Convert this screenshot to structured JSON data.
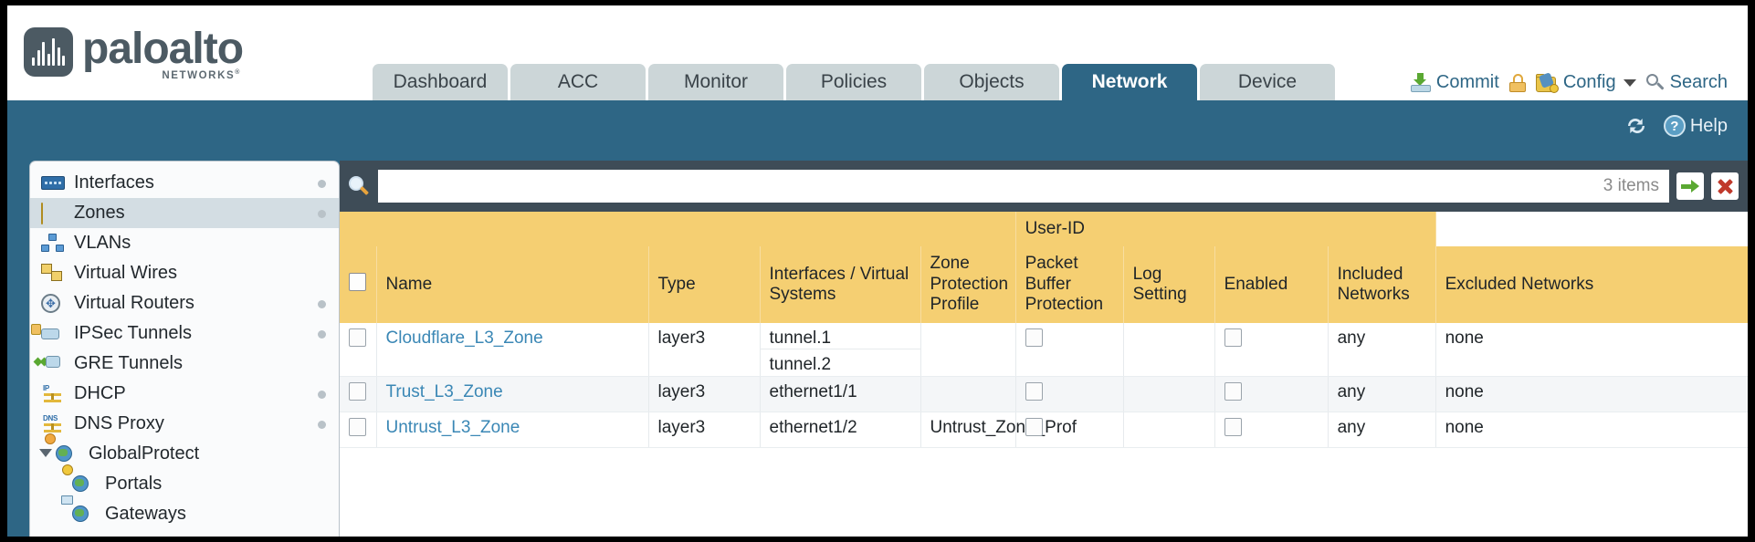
{
  "brand": {
    "name": "paloalto",
    "tagline": "NETWORKS",
    "trademark": "®"
  },
  "nav": {
    "tabs": [
      {
        "label": "Dashboard",
        "active": false
      },
      {
        "label": "ACC",
        "active": false
      },
      {
        "label": "Monitor",
        "active": false
      },
      {
        "label": "Policies",
        "active": false
      },
      {
        "label": "Objects",
        "active": false
      },
      {
        "label": "Network",
        "active": true
      },
      {
        "label": "Device",
        "active": false
      }
    ]
  },
  "top_actions": {
    "commit": "Commit",
    "config": "Config",
    "search": "Search"
  },
  "band": {
    "help": "Help"
  },
  "sidebar": {
    "items": [
      {
        "label": "Interfaces",
        "icon": "interfaces-icon",
        "dot": true,
        "selected": false,
        "child": false,
        "twisty": false
      },
      {
        "label": "Zones",
        "icon": "zones-icon",
        "dot": true,
        "selected": true,
        "child": false,
        "twisty": false
      },
      {
        "label": "VLANs",
        "icon": "vlans-icon",
        "dot": false,
        "selected": false,
        "child": false,
        "twisty": false
      },
      {
        "label": "Virtual Wires",
        "icon": "virtual-wires-icon",
        "dot": false,
        "selected": false,
        "child": false,
        "twisty": false
      },
      {
        "label": "Virtual Routers",
        "icon": "virtual-routers-icon",
        "dot": true,
        "selected": false,
        "child": false,
        "twisty": false
      },
      {
        "label": "IPSec Tunnels",
        "icon": "ipsec-tunnels-icon",
        "dot": true,
        "selected": false,
        "child": false,
        "twisty": false
      },
      {
        "label": "GRE Tunnels",
        "icon": "gre-tunnels-icon",
        "dot": false,
        "selected": false,
        "child": false,
        "twisty": false
      },
      {
        "label": "DHCP",
        "icon": "dhcp-icon",
        "dot": true,
        "selected": false,
        "child": false,
        "twisty": false
      },
      {
        "label": "DNS Proxy",
        "icon": "dns-proxy-icon",
        "dot": true,
        "selected": false,
        "child": false,
        "twisty": false
      },
      {
        "label": "GlobalProtect",
        "icon": "globalprotect-icon",
        "dot": false,
        "selected": false,
        "child": false,
        "twisty": true
      },
      {
        "label": "Portals",
        "icon": "portals-icon",
        "dot": false,
        "selected": false,
        "child": true,
        "twisty": false
      },
      {
        "label": "Gateways",
        "icon": "gateways-icon",
        "dot": false,
        "selected": false,
        "child": true,
        "twisty": false
      }
    ]
  },
  "filter": {
    "value": "",
    "placeholder": "",
    "item_count": "3 items"
  },
  "table": {
    "group_header": "User-ID",
    "columns": [
      "Name",
      "Type",
      "Interfaces / Virtual Systems",
      "Zone Protection Profile",
      "Packet Buffer Protection",
      "Log Setting",
      "Enabled",
      "Included Networks",
      "Excluded Networks"
    ],
    "rows": [
      {
        "selected": false,
        "name": "Cloudflare_L3_Zone",
        "type": "layer3",
        "interfaces": [
          "tunnel.1",
          "tunnel.2"
        ],
        "zone_protection_profile": "",
        "packet_buffer_protection": false,
        "log_setting": "",
        "userid_enabled": false,
        "included_networks": "any",
        "excluded_networks": "none"
      },
      {
        "selected": false,
        "name": "Trust_L3_Zone",
        "type": "layer3",
        "interfaces": [
          "ethernet1/1"
        ],
        "zone_protection_profile": "",
        "packet_buffer_protection": false,
        "log_setting": "",
        "userid_enabled": false,
        "included_networks": "any",
        "excluded_networks": "none"
      },
      {
        "selected": false,
        "name": "Untrust_L3_Zone",
        "type": "layer3",
        "interfaces": [
          "ethernet1/2"
        ],
        "zone_protection_profile": "Untrust_Zone_Prof",
        "packet_buffer_protection": false,
        "log_setting": "",
        "userid_enabled": false,
        "included_networks": "any",
        "excluded_networks": "none"
      }
    ]
  },
  "colors": {
    "brand_blue": "#2e6685",
    "header_gold": "#f5cf72",
    "group_gold": "#e8bc4e",
    "link_blue": "#3a87b5",
    "filter_bar": "#3e4c57"
  }
}
